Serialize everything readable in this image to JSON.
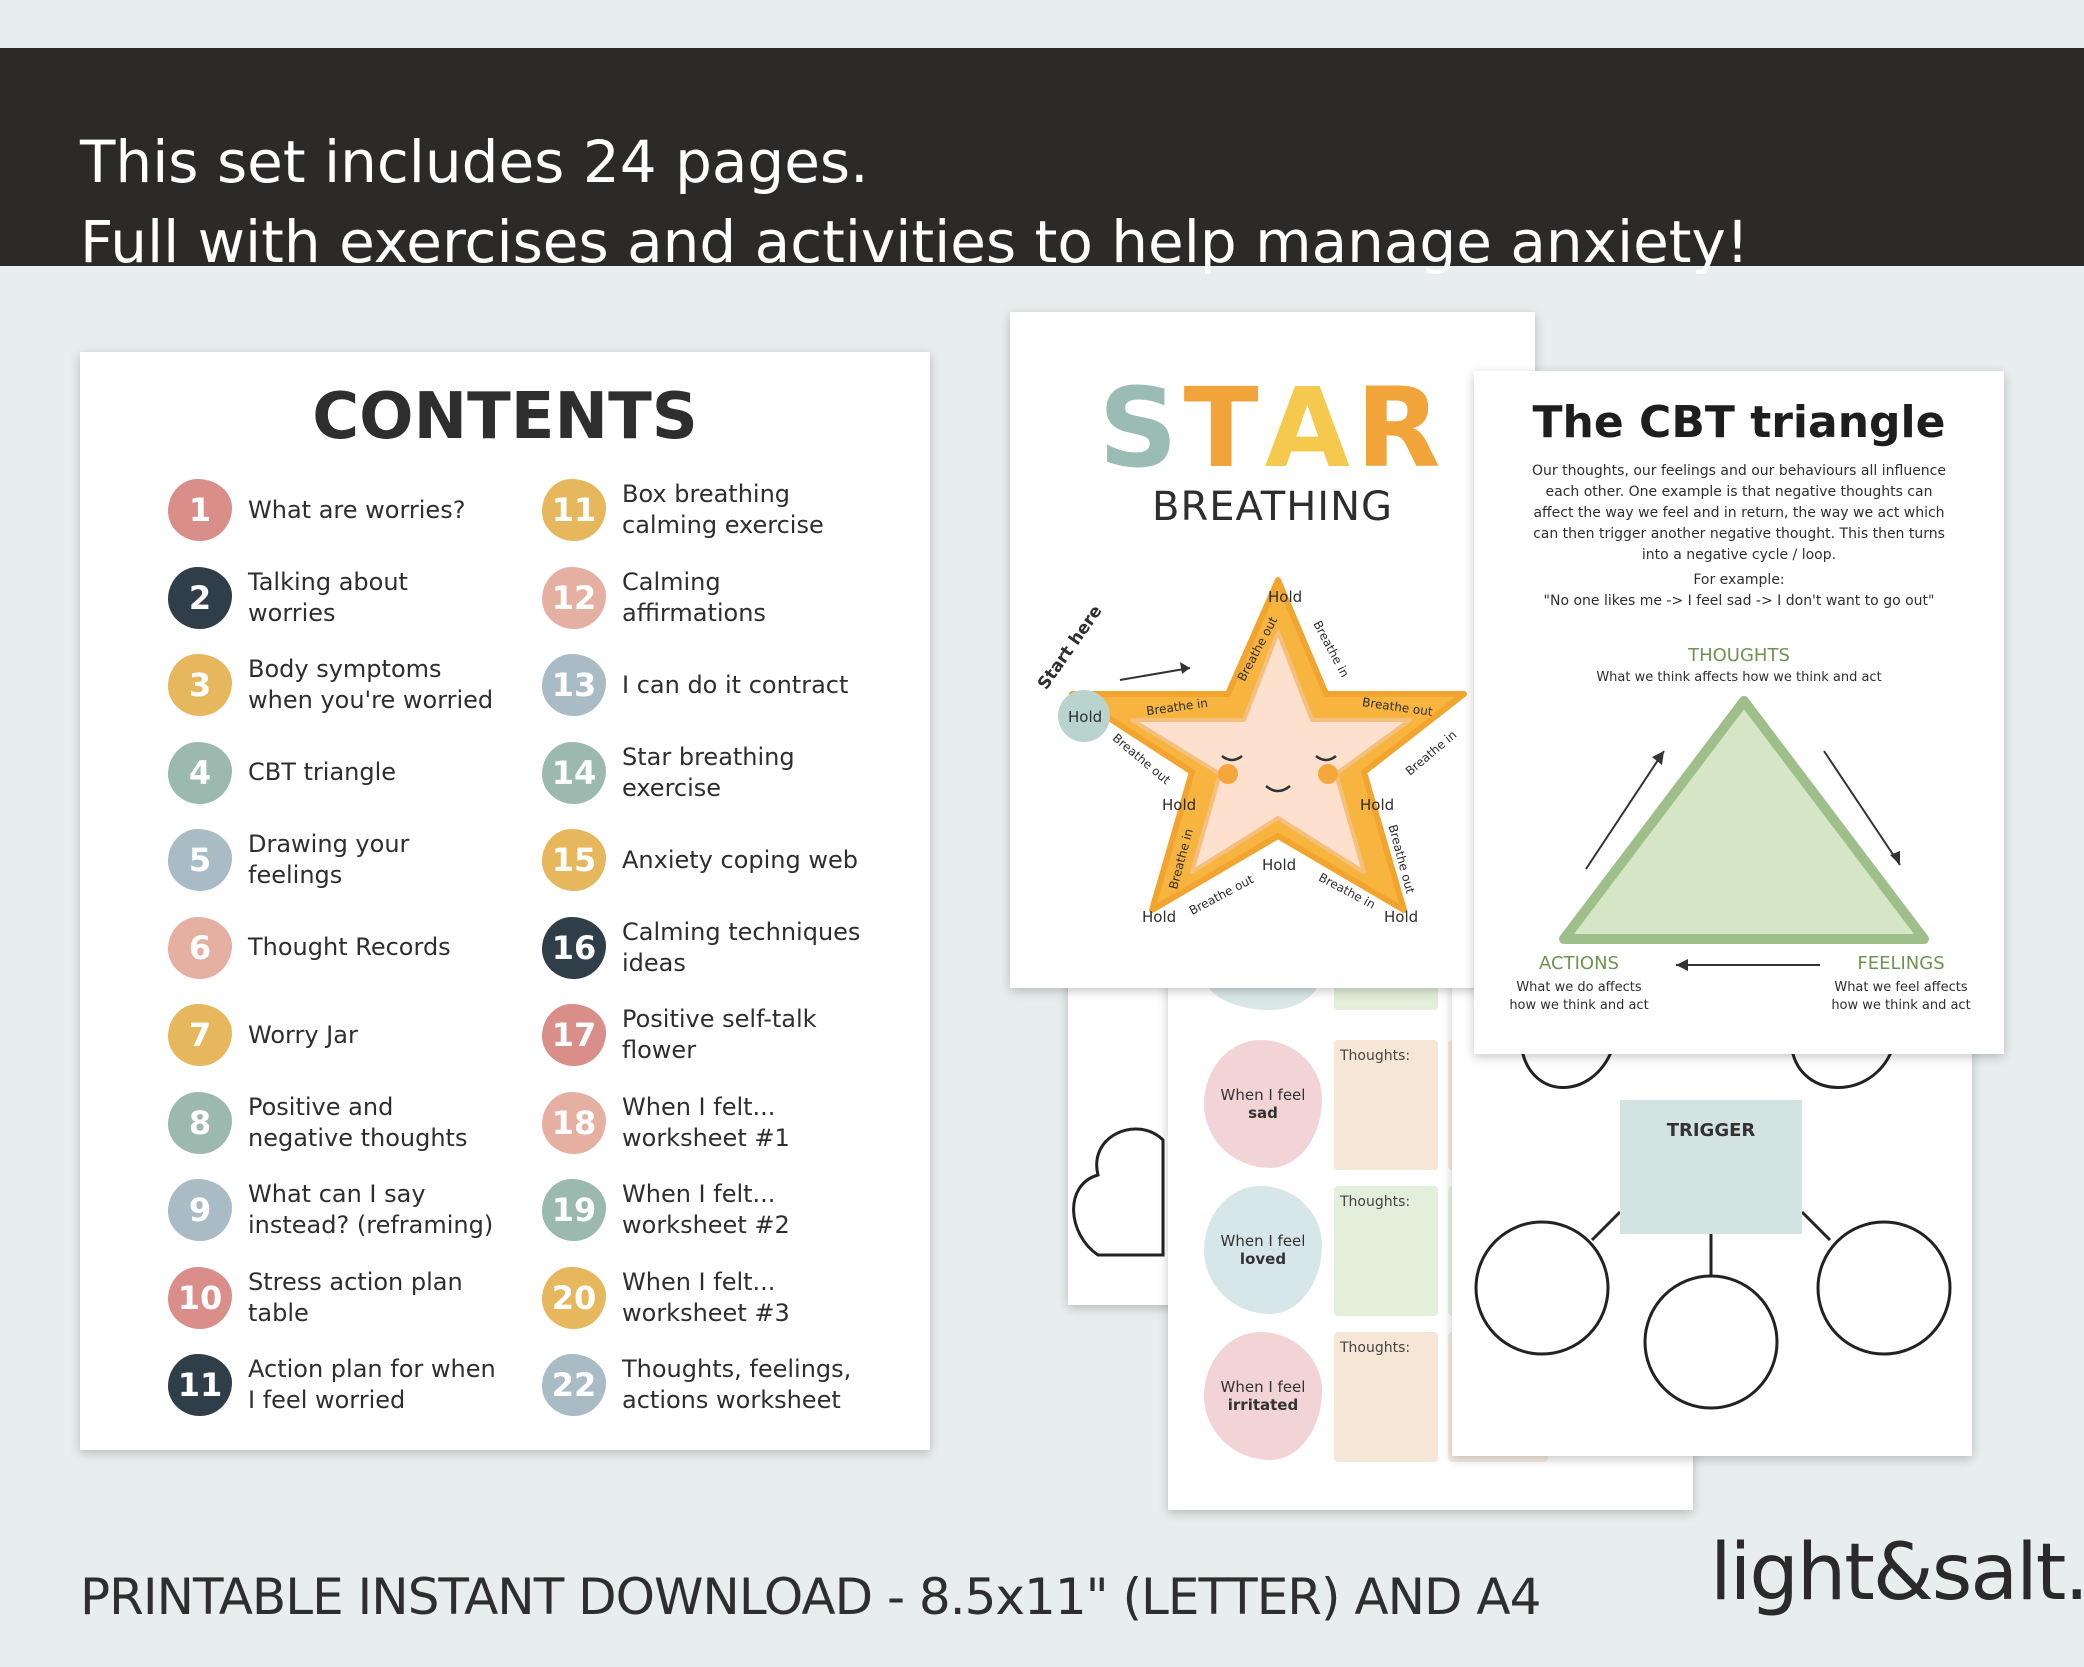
{
  "banner": {
    "line1": "This set includes 24 pages.",
    "line2": "Full with exercises and activities to help manage anxiety!"
  },
  "contents": {
    "title": "CONTENTS",
    "items": [
      {
        "num": "1",
        "label": "What are worries?",
        "color": "#d98e8a"
      },
      {
        "num": "2",
        "label": "Talking about worries",
        "color": "#2f3e48"
      },
      {
        "num": "3",
        "label": "Body symptoms when you're worried",
        "color": "#e6b75d"
      },
      {
        "num": "4",
        "label": "CBT triangle",
        "color": "#9bb9ae"
      },
      {
        "num": "5",
        "label": "Drawing your feelings",
        "color": "#a9bcc6"
      },
      {
        "num": "6",
        "label": "Thought Records",
        "color": "#e5b0a2"
      },
      {
        "num": "7",
        "label": "Worry Jar",
        "color": "#e6b75d"
      },
      {
        "num": "8",
        "label": "Positive and negative thoughts",
        "color": "#9bb9ae"
      },
      {
        "num": "9",
        "label": "What can I say instead? (reframing)",
        "color": "#a9bcc6"
      },
      {
        "num": "10",
        "label": "Stress action plan table",
        "color": "#d98e8a"
      },
      {
        "num": "11",
        "label": "Action plan for when I feel worried",
        "color": "#2f3e48"
      },
      {
        "num": "11",
        "label": "Box breathing calming exercise",
        "color": "#e6b75d"
      },
      {
        "num": "12",
        "label": "Calming affirmations",
        "color": "#e5b0a2"
      },
      {
        "num": "13",
        "label": "I can do it contract",
        "color": "#a9bcc6"
      },
      {
        "num": "14",
        "label": "Star breathing exercise",
        "color": "#9bb9ae"
      },
      {
        "num": "15",
        "label": "Anxiety coping web",
        "color": "#e6b75d"
      },
      {
        "num": "16",
        "label": "Calming techniques ideas",
        "color": "#2f3e48"
      },
      {
        "num": "17",
        "label": "Positive self-talk flower",
        "color": "#d98e8a"
      },
      {
        "num": "18",
        "label": "When I felt... worksheet #1",
        "color": "#e5b0a2"
      },
      {
        "num": "19",
        "label": "When I felt... worksheet #2",
        "color": "#9bb9ae"
      },
      {
        "num": "20",
        "label": "When I felt... worksheet #3",
        "color": "#e6b75d"
      },
      {
        "num": "22",
        "label": "Thoughts, feelings, actions worksheet",
        "color": "#a9bcc6"
      }
    ]
  },
  "star_page": {
    "title_letters": [
      "S",
      "T",
      "A",
      "R"
    ],
    "title_colors": [
      "#9bbcb4",
      "#f0a43a",
      "#f5c94e",
      "#f0a43a"
    ],
    "subtitle": "BREATHING",
    "start_here": "Start here",
    "hold": "Hold",
    "breathe_in": "Breathe in",
    "breathe_out": "Breathe out"
  },
  "cbt_page": {
    "title": "The CBT triangle",
    "body": "Our thoughts, our feelings and our behaviours all influence each other. One example is that negative thoughts can affect the way we feel and in return, the way we act which can then trigger another negative thought. This then turns into a negative cycle / loop.",
    "example_label": "For example:",
    "example": "\"No one likes me -> I feel sad -> I don't want to go out\"",
    "thoughts_head": "THOUGHTS",
    "thoughts_desc": "What we think affects how we think and act",
    "actions_head": "ACTIONS",
    "actions_desc1": "What we do affects",
    "actions_desc2": "how we think and act",
    "feelings_head": "FEELINGS",
    "feelings_desc1": "What we feel affects",
    "feelings_desc2": "how we think and act"
  },
  "feelings_page": {
    "rows": [
      {
        "prefix": "When I feel",
        "word": "sad",
        "thoughts": "Thoughts:"
      },
      {
        "prefix": "When I feel",
        "word": "loved",
        "thoughts": "Thoughts:"
      },
      {
        "prefix": "When I feel",
        "word": "irritated",
        "thoughts": "Thoughts:"
      }
    ]
  },
  "web_page": {
    "trigger": "TRIGGER"
  },
  "footer": {
    "text": "PRINTABLE INSTANT DOWNLOAD - 8.5x11\" (LETTER) AND A4",
    "brand": "light&salt."
  }
}
